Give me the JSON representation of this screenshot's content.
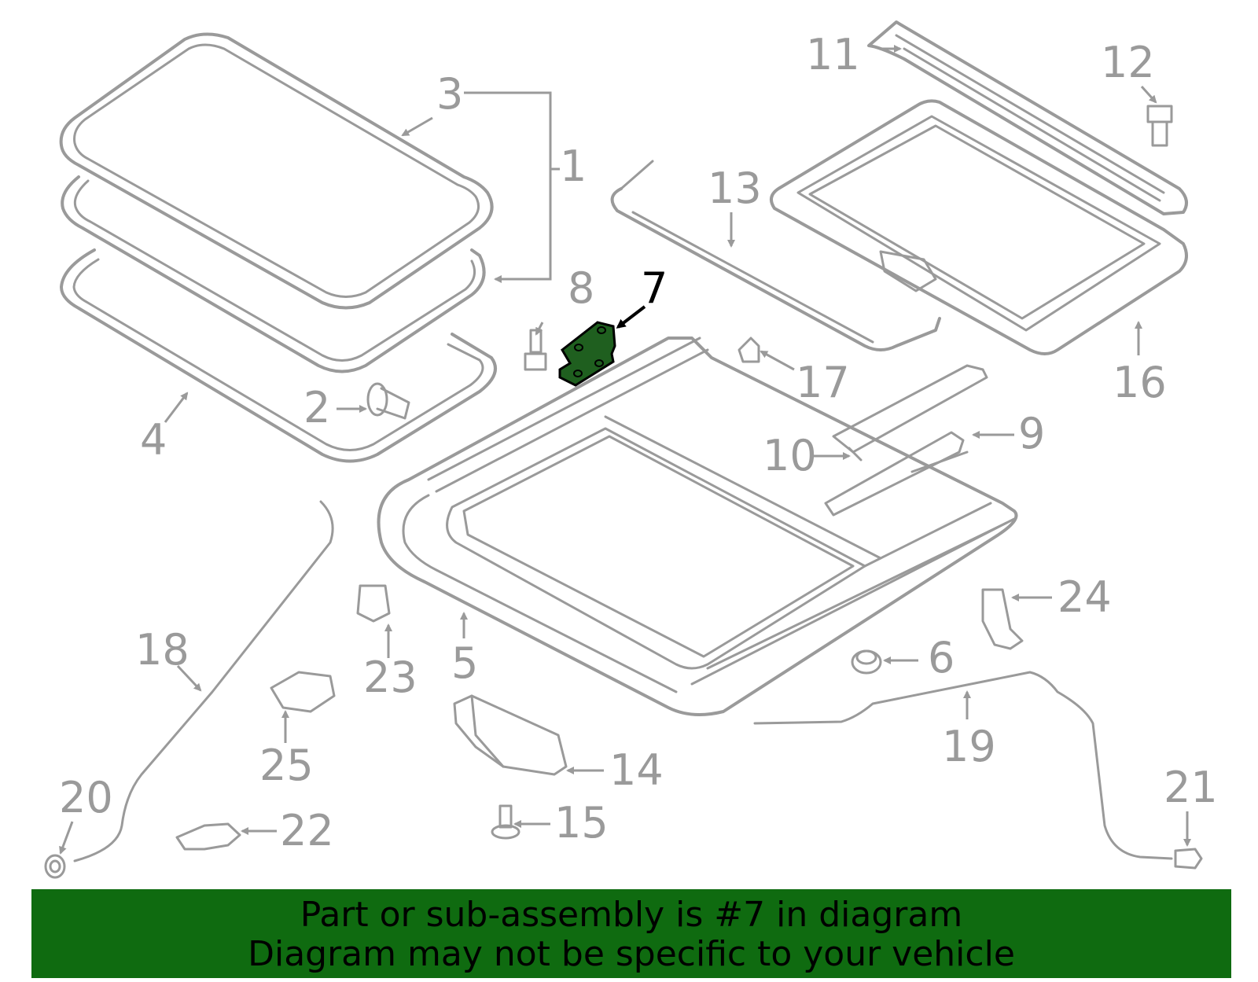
{
  "highlight_color": "#0f6b10",
  "part_color": "#9a9a9a",
  "callouts": {
    "c1": "1",
    "c2": "2",
    "c3": "3",
    "c4": "4",
    "c5": "5",
    "c6": "6",
    "c7": "7",
    "c8": "8",
    "c9": "9",
    "c10": "10",
    "c11": "11",
    "c12": "12",
    "c13": "13",
    "c14": "14",
    "c15": "15",
    "c16": "16",
    "c17": "17",
    "c18": "18",
    "c19": "19",
    "c20": "20",
    "c21": "21",
    "c22": "22",
    "c23": "23",
    "c24": "24",
    "c25": "25"
  },
  "banner": {
    "line1": "Part or sub-assembly is #7 in diagram",
    "line2": "Diagram may not be specific to your vehicle"
  }
}
